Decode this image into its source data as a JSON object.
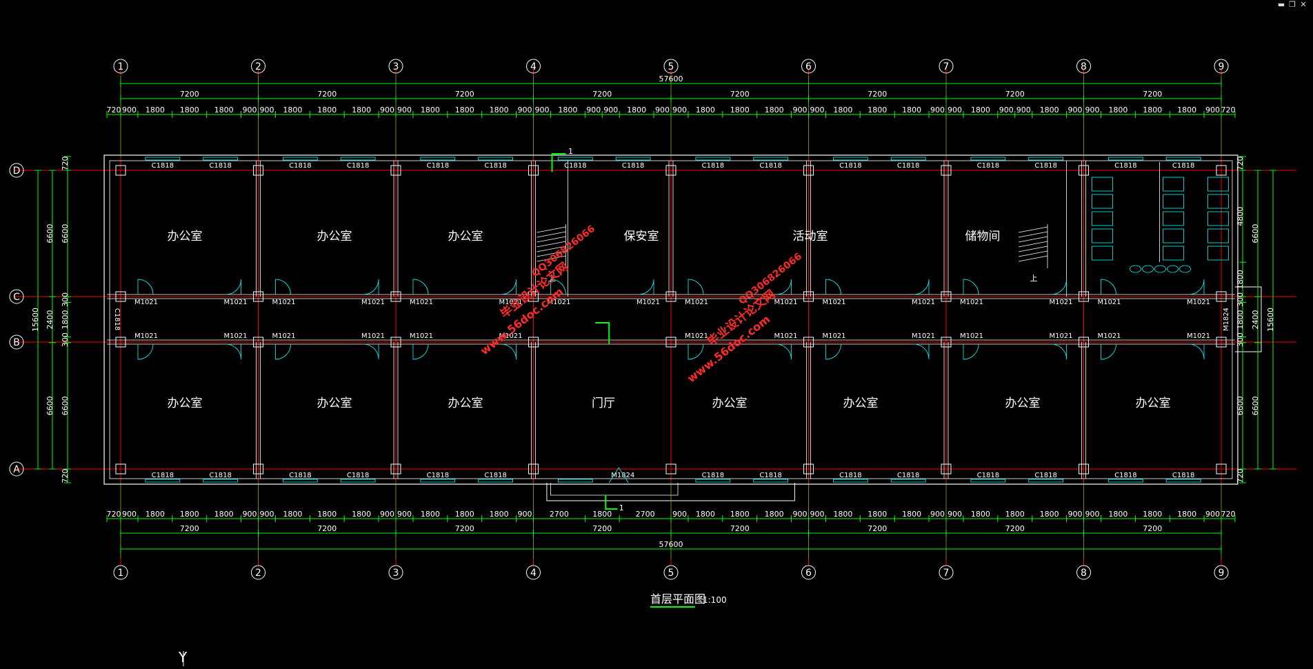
{
  "window": {
    "minimize": "▬",
    "restore": "❐",
    "close": "✕"
  },
  "colors": {
    "background": "#000000",
    "dimension": "#00ff00",
    "axis": "#ff0000",
    "wall": "#ffffff",
    "text": "#ffffff",
    "fixture": "#00ffff",
    "watermark": "#ff2a2a",
    "bubble": "#ffffff"
  },
  "grid": {
    "columns": [
      "1",
      "2",
      "3",
      "4",
      "5",
      "6",
      "7",
      "8",
      "9"
    ],
    "rows": [
      "D",
      "C",
      "B",
      "A"
    ]
  },
  "dimensions": {
    "total": "57600",
    "bays": [
      "7200",
      "7200",
      "7200",
      "7200",
      "7200",
      "7200",
      "7200",
      "7200"
    ],
    "top_segments": [
      "720",
      "900",
      "1800",
      "1800",
      "1800",
      "900",
      "900",
      "1800",
      "1800",
      "1800",
      "900",
      "900",
      "1800",
      "1800",
      "1800",
      "900",
      "900",
      "1800",
      "900",
      "900",
      "1800",
      "900",
      "900",
      "1800",
      "1800",
      "1800",
      "900",
      "900",
      "1800",
      "1800",
      "1800",
      "900",
      "900",
      "1800",
      "900",
      "900",
      "1800",
      "900",
      "900",
      "1800",
      "1800",
      "1800",
      "900",
      "720"
    ],
    "bottom_segments": [
      "720",
      "900",
      "1800",
      "1800",
      "1800",
      "900",
      "900",
      "1800",
      "1800",
      "1800",
      "900",
      "900",
      "1800",
      "1800",
      "1800",
      "900",
      "2700",
      "1800",
      "2700",
      "900",
      "1800",
      "1800",
      "1800",
      "900",
      "900",
      "1800",
      "1800",
      "1800",
      "900",
      "900",
      "1800",
      "1800",
      "1800",
      "900",
      "900",
      "1800",
      "1800",
      "1800",
      "900",
      "720"
    ],
    "left_outer": "15600",
    "left_rows": [
      "6600",
      "2400",
      "6600"
    ],
    "left_detail": [
      "720",
      "6600",
      "300",
      "1800",
      "300",
      "6600",
      "720"
    ],
    "right_outer": "15600",
    "right_rows": [
      "6600",
      "2400",
      "6600"
    ],
    "right_detail": [
      "720",
      "4800",
      "1800",
      "300",
      "1800",
      "300",
      "6600",
      "720"
    ]
  },
  "rooms": {
    "north": [
      "办公室",
      "办公室",
      "办公室",
      "保安室",
      "活动室",
      "储物间"
    ],
    "south": [
      "办公室",
      "办公室",
      "办公室",
      "门厅",
      "办公室",
      "办公室",
      "办公室",
      "办公室"
    ]
  },
  "labels": {
    "window_type": "C1818",
    "door_type": "M1021",
    "entrance_door": "M1824",
    "side_door": "M1824",
    "section_mark": "1",
    "stair_mark": "上"
  },
  "watermarks": [
    {
      "site": "www.56doc.com",
      "brand": "毕业设计论文网",
      "qq": "QQ306826066"
    },
    {
      "site": "www.56doc.com",
      "brand": "毕业设计论文网",
      "qq": "QQ306826066"
    }
  ],
  "title": {
    "text": "首层平面图",
    "scale": "1:100"
  },
  "ucs": {
    "axis": "Y"
  }
}
